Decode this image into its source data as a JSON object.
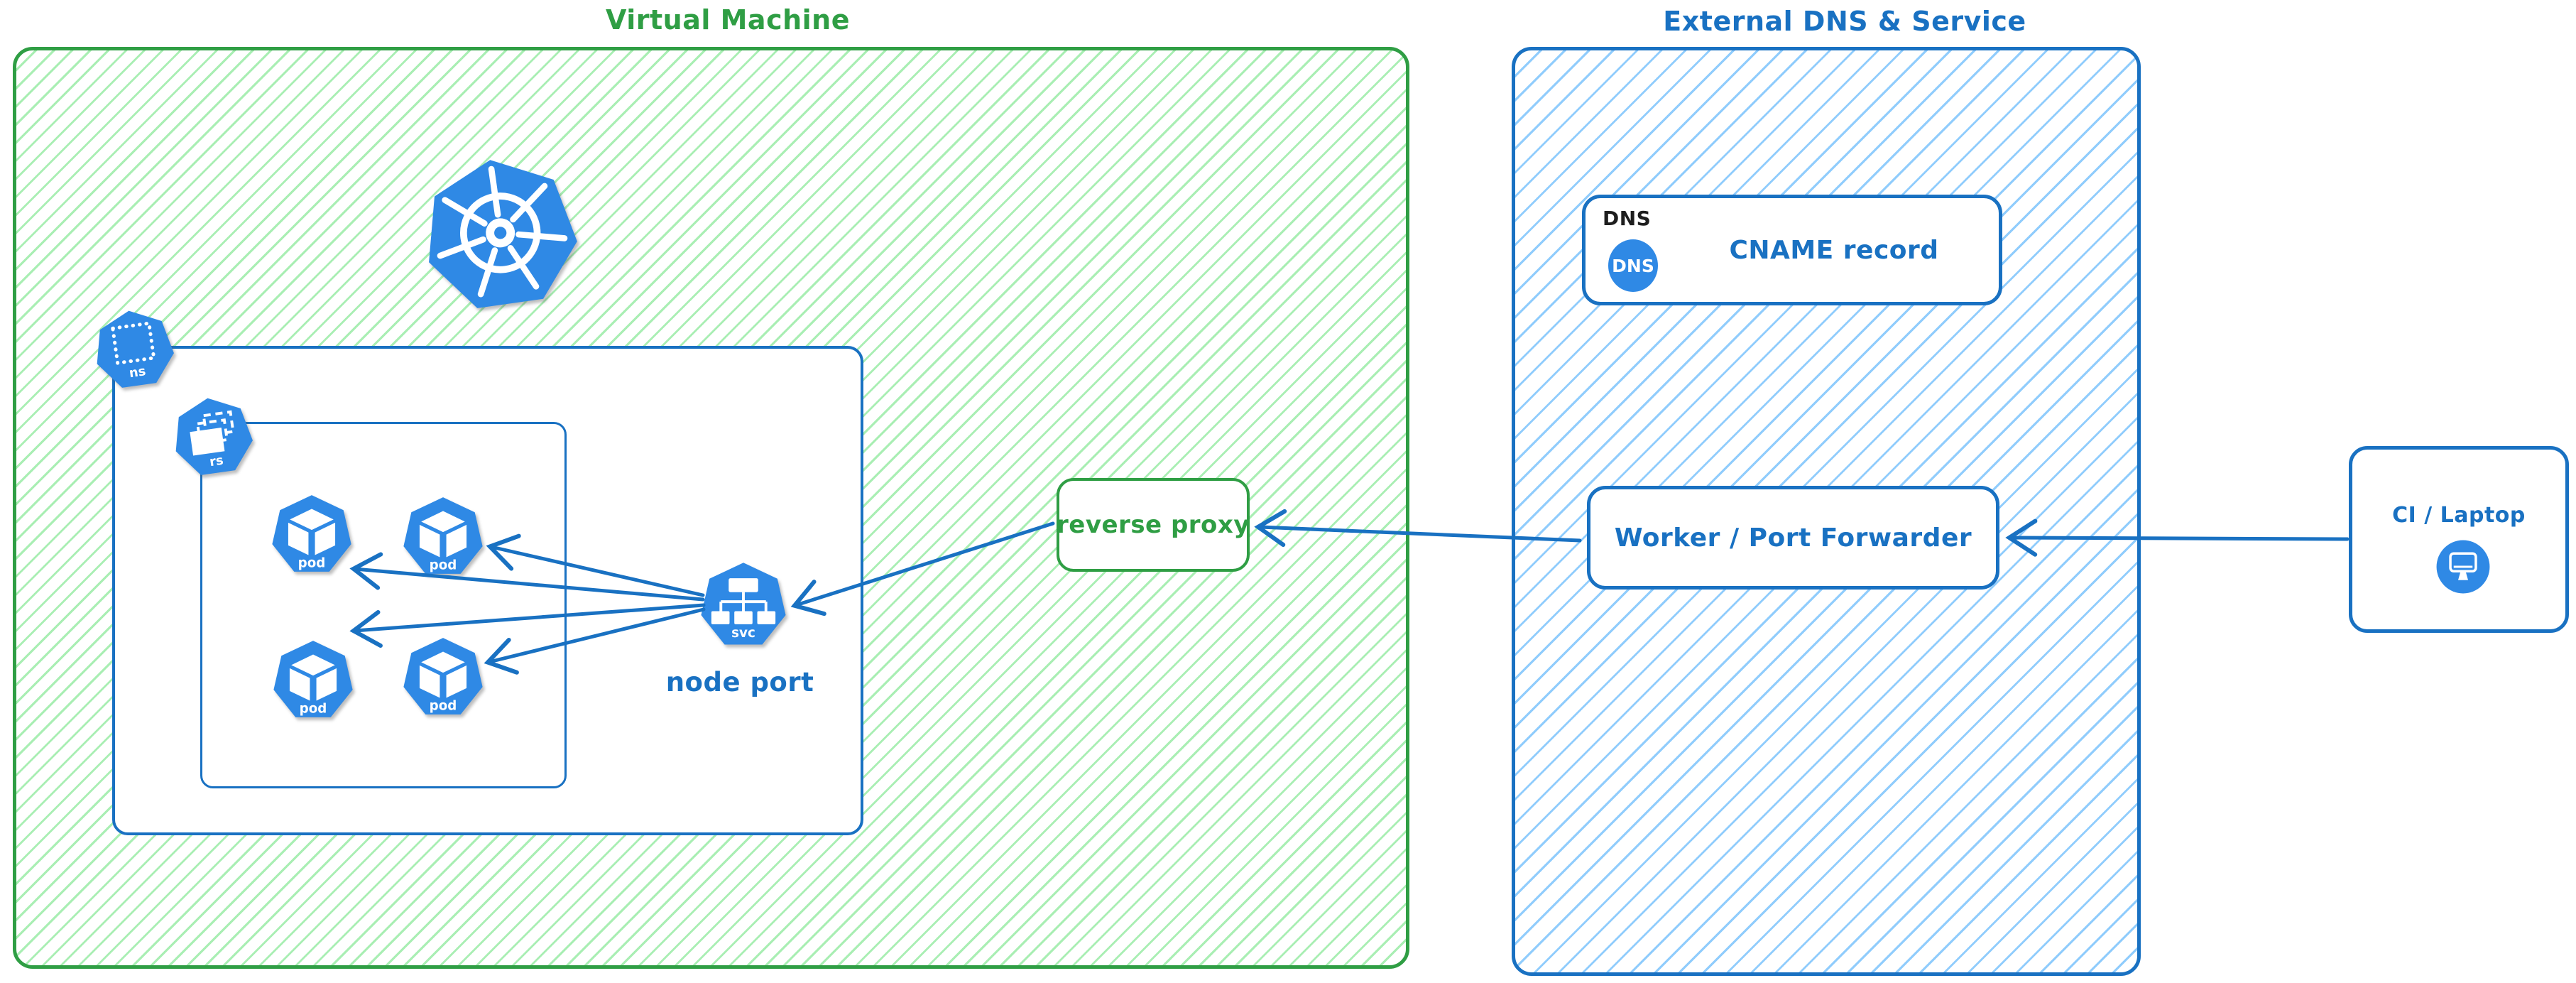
{
  "vm": {
    "title": "Virtual Machine"
  },
  "external": {
    "title": "External DNS & Service"
  },
  "reverse_proxy": {
    "label": "reverse proxy"
  },
  "node_port": {
    "label": "node port"
  },
  "dns": {
    "tag": "DNS",
    "badge": "DNS",
    "label": "CNAME record"
  },
  "worker": {
    "label": "Worker / Port Forwarder"
  },
  "ci": {
    "label": "CI / Laptop"
  },
  "icons": {
    "ns": "ns",
    "rs": "rs",
    "pod": "pod",
    "svc": "svc"
  },
  "colors": {
    "green_stroke": "#2f9e44",
    "green_hatch": "#8ce99a",
    "blue_stroke": "#1971c2",
    "blue_hatch": "#74c0fc",
    "icon_fill_blue": "#2f89e5",
    "label_black": "#1e1e1e"
  },
  "edges": [
    {
      "from": "CI / Laptop",
      "to": "Worker / Port Forwarder"
    },
    {
      "from": "Worker / Port Forwarder",
      "to": "reverse proxy"
    },
    {
      "from": "reverse proxy",
      "to": "node port (svc)"
    },
    {
      "from": "node port (svc)",
      "to": "pod 1"
    },
    {
      "from": "node port (svc)",
      "to": "pod 2"
    },
    {
      "from": "node port (svc)",
      "to": "pod 3"
    },
    {
      "from": "node port (svc)",
      "to": "pod 4"
    }
  ]
}
